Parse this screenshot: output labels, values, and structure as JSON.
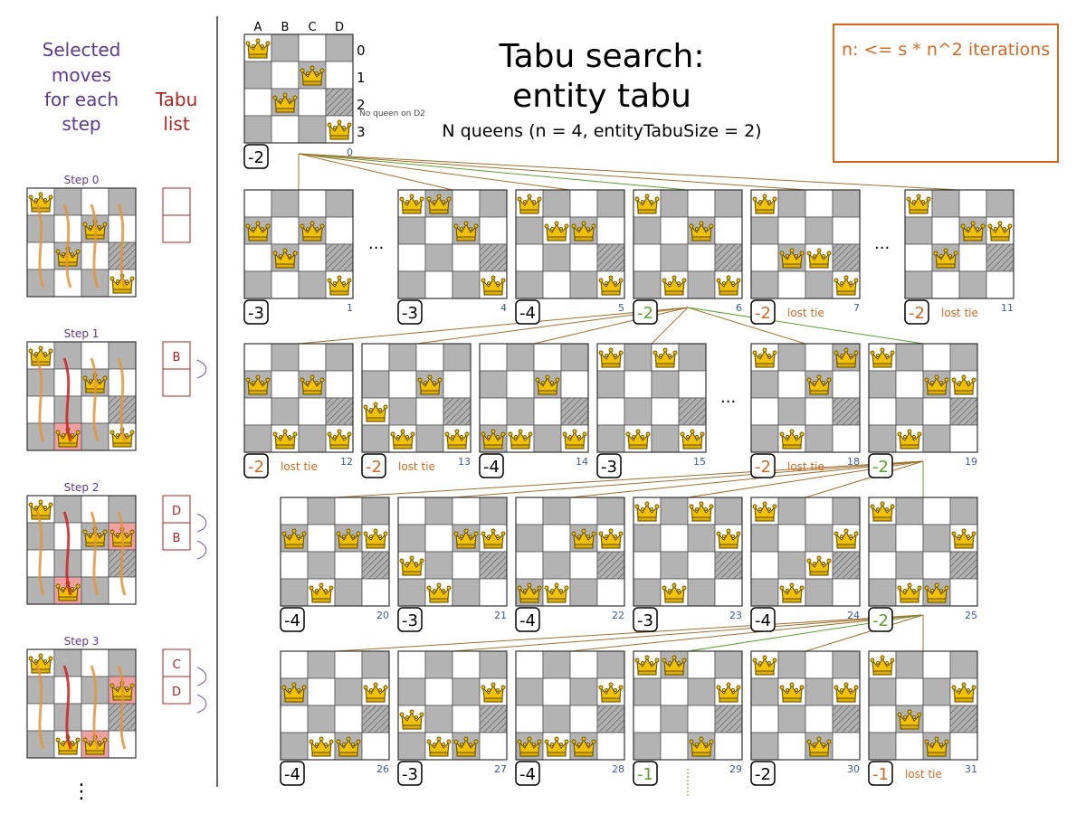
{
  "title": {
    "line1": "Tabu search:",
    "line2": "entity tabu",
    "subtitle": "N queens (n = 4, entityTabuSize = 2)"
  },
  "left_header": {
    "line1": "Selected",
    "line2": "moves",
    "line3": "for each",
    "line4": "step"
  },
  "tabu_header": {
    "line1": "Tabu",
    "line2": "list"
  },
  "note": "n: <= s * n^2 iterations",
  "columns": [
    "A",
    "B",
    "C",
    "D"
  ],
  "rows": [
    "0",
    "1",
    "2",
    "3"
  ],
  "no_queen_note": "No queen on D2",
  "lost_tie": "lost tie",
  "ellipsis": "...",
  "more": "⋮",
  "colors": {
    "accent": "#d2691e",
    "tabu": "#b22222",
    "good": "#5aa02c",
    "move": "#a0702a",
    "stepLabel": "#5b3a8c",
    "index": "#3a5a9a"
  },
  "steps": [
    {
      "label": "Step 0",
      "tabu": [
        "",
        ""
      ],
      "queens": [
        0,
        2,
        1,
        3
      ]
    },
    {
      "label": "Step 1",
      "tabu": [
        "B",
        ""
      ],
      "queens": [
        0,
        3,
        1,
        3
      ]
    },
    {
      "label": "Step 2",
      "tabu": [
        "D",
        "B"
      ],
      "queens": [
        0,
        3,
        1,
        1
      ]
    },
    {
      "label": "Step 3",
      "tabu": [
        "C",
        "D"
      ],
      "queens": [
        0,
        3,
        3,
        1
      ]
    }
  ],
  "root": {
    "score": "-2",
    "index": "0",
    "queens": [
      0,
      2,
      1,
      3
    ]
  },
  "levels": [
    {
      "nodes": [
        {
          "score": "-3",
          "index": "1",
          "queens": [
            1,
            2,
            1,
            3
          ]
        },
        {
          "score": "-3",
          "index": "4",
          "queens": [
            0,
            0,
            1,
            3
          ]
        },
        {
          "score": "-4",
          "index": "5",
          "queens": [
            0,
            1,
            1,
            3
          ]
        },
        {
          "score": "-2",
          "index": "6",
          "queens": [
            0,
            3,
            1,
            3
          ],
          "tag": "chosen"
        },
        {
          "score": "-2",
          "index": "7",
          "queens": [
            0,
            2,
            2,
            3
          ],
          "tag": "lost"
        },
        {
          "score": "-2",
          "index": "11",
          "queens": [
            0,
            2,
            1,
            1
          ],
          "tag": "lost"
        }
      ]
    },
    {
      "nodes": [
        {
          "score": "-2",
          "index": "12",
          "queens": [
            1,
            3,
            1,
            3
          ],
          "tag": "lost"
        },
        {
          "score": "-2",
          "index": "13",
          "queens": [
            2,
            3,
            1,
            3
          ],
          "tag": "lost"
        },
        {
          "score": "-4",
          "index": "14",
          "queens": [
            3,
            3,
            1,
            3
          ]
        },
        {
          "score": "-3",
          "index": "15",
          "queens": [
            0,
            3,
            0,
            3
          ]
        },
        {
          "score": "-2",
          "index": "18",
          "queens": [
            0,
            3,
            1,
            0
          ],
          "tag": "lost"
        },
        {
          "score": "-2",
          "index": "19",
          "queens": [
            0,
            3,
            1,
            1
          ],
          "tag": "chosen"
        }
      ]
    },
    {
      "nodes": [
        {
          "score": "-4",
          "index": "20",
          "queens": [
            1,
            3,
            1,
            1
          ]
        },
        {
          "score": "-3",
          "index": "21",
          "queens": [
            2,
            3,
            1,
            1
          ]
        },
        {
          "score": "-4",
          "index": "22",
          "queens": [
            3,
            3,
            1,
            1
          ]
        },
        {
          "score": "-3",
          "index": "23",
          "queens": [
            0,
            3,
            0,
            1
          ]
        },
        {
          "score": "-4",
          "index": "24",
          "queens": [
            0,
            3,
            2,
            1
          ]
        },
        {
          "score": "-2",
          "index": "25",
          "queens": [
            0,
            3,
            3,
            1
          ],
          "tag": "chosen"
        }
      ]
    },
    {
      "nodes": [
        {
          "score": "-4",
          "index": "26",
          "queens": [
            1,
            3,
            3,
            1
          ]
        },
        {
          "score": "-3",
          "index": "27",
          "queens": [
            2,
            3,
            3,
            1
          ]
        },
        {
          "score": "-4",
          "index": "28",
          "queens": [
            3,
            3,
            3,
            1
          ]
        },
        {
          "score": "-1",
          "index": "29",
          "queens": [
            0,
            0,
            3,
            1
          ],
          "tag": "best"
        },
        {
          "score": "-2",
          "index": "30",
          "queens": [
            0,
            1,
            3,
            1
          ]
        },
        {
          "score": "-1",
          "index": "31",
          "queens": [
            0,
            2,
            3,
            1
          ],
          "tag": "lost"
        }
      ]
    }
  ]
}
